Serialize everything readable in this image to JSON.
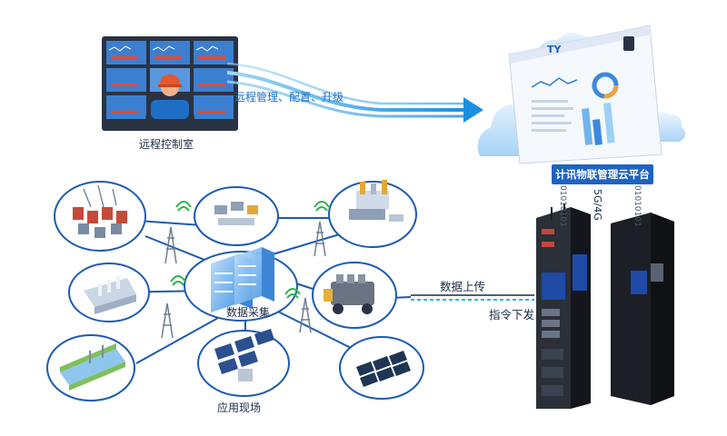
{
  "labels": {
    "control_room": "远程控制室",
    "management": "远程管理、配置、升级",
    "platform": "计讯物联管理云平台",
    "network": "5G/4G",
    "data_collection": "数据采集",
    "data_upload": "数据上传",
    "command_down": "指令下发",
    "field": "应用现场"
  },
  "binary": {
    "left": "01010101",
    "right": "01010101"
  },
  "cloud_logo": "TY",
  "colors": {
    "accent": "#1a6fc9",
    "light_blue": "#cfe6fb",
    "ring": "#1d5bb0",
    "banner": "#1f63c0",
    "device": "#1c1f26",
    "wifi": "#2db34a",
    "person_helmet": "#e5582b"
  },
  "icons": [
    "monitor-wall-icon",
    "operator-icon",
    "cloud-icon",
    "server-stack-icon",
    "power-tower-icon",
    "wifi-signal-icon",
    "gateway-device-icon",
    "substation-icon",
    "factory-icon",
    "water-treatment-icon",
    "engine-icon",
    "solar-panel-icon",
    "river-icon"
  ]
}
